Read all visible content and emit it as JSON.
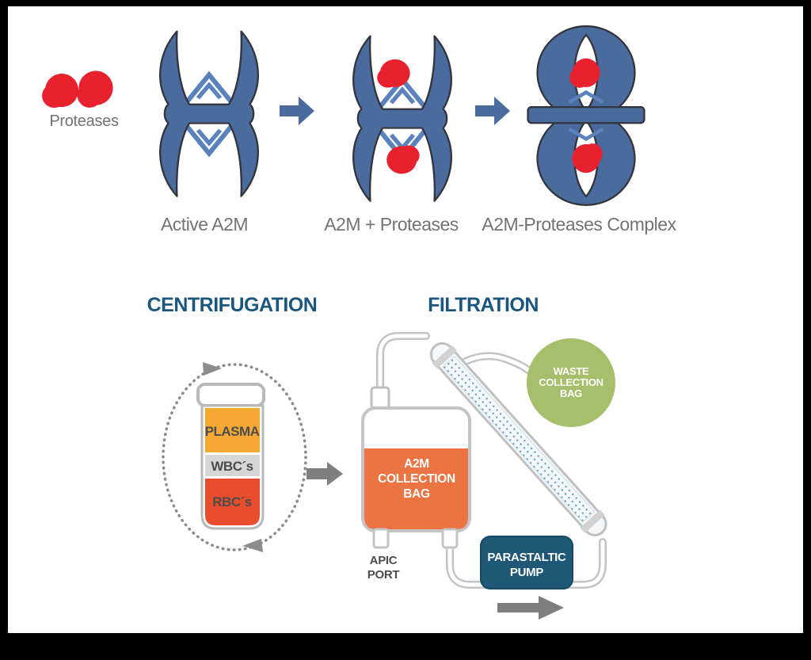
{
  "top_row": {
    "proteases_label": "Proteases",
    "stage_labels": [
      "Active A2M",
      "A2M + Proteases",
      "A2M-Proteases Complex"
    ]
  },
  "centrifugation": {
    "title": "CENTRIFUGATION",
    "tube_layers": [
      "PLASMA",
      "WBC´s",
      "RBC´s"
    ]
  },
  "filtration": {
    "title": "FILTRATION",
    "waste_bag_lines": [
      "WASTE",
      "COLLECTION",
      "BAG"
    ],
    "a2m_bag_lines": [
      "A2M",
      "COLLECTION",
      "BAG"
    ],
    "apic_port_lines": [
      "APIC",
      "PORT"
    ],
    "pump_lines": [
      "PARASTALTIC",
      "PUMP"
    ]
  },
  "colors": {
    "molecule_blue": "#4a6b9e",
    "diamond_blue": "#5b82bd",
    "protease_red": "#e8212f",
    "header_blue": "#1a567d",
    "label_gray": "#737373",
    "dark_text": "#4c4c4e",
    "plasma_amber": "#f5a832",
    "wbc_gray": "#d6d6d6",
    "rbc_red": "#e94e2c",
    "bag_orange": "#ec7442",
    "waste_green": "#a6bf6a",
    "pump_teal": "#1e5876",
    "arrow_gray": "#7f7f7f",
    "tube_gray": "#c4c4c4"
  }
}
